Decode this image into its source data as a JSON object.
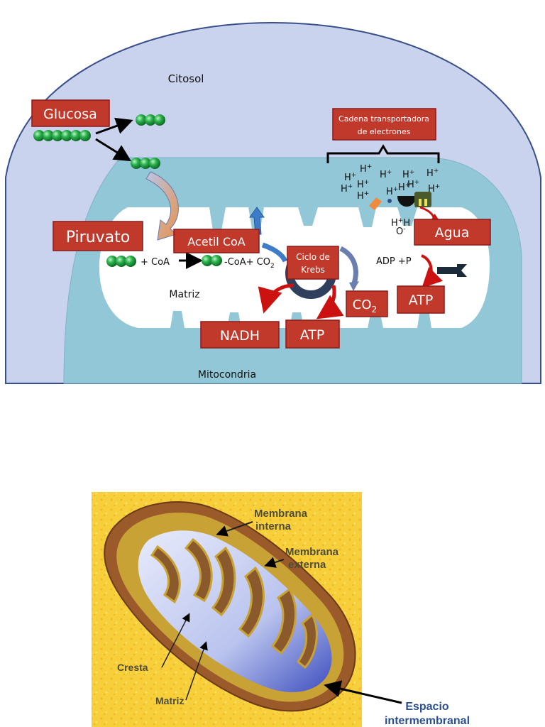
{
  "top_diagram": {
    "region_labels": {
      "cytosol": "Citosol",
      "matrix": "Matriz",
      "mitochondrion": "Mitocondria"
    },
    "boxes": {
      "glucose": "Glucosa",
      "pyruvate": "Piruvato",
      "acetyl_coa": "Acetil CoA",
      "krebs_line1": "Ciclo de",
      "krebs_line2": "Krebs",
      "co2": "CO",
      "co2_sub": "2",
      "atp_krebs": "ATP",
      "nadh": "NADH",
      "atp_synthase": "ATP",
      "water": "Agua",
      "etc_line1": "Cadena transportadora",
      "etc_line2": "de electrones"
    },
    "equation": {
      "plus_coa": "+ CoA",
      "coa_co2": "-CoA+ CO",
      "co2_sub": "2",
      "adp_p": "ADP +P"
    },
    "ions": {
      "h": "H",
      "plus": "+",
      "o": "O",
      "minus": "-"
    },
    "colors": {
      "cytosol": "#c9d3ee",
      "mito_outer": "#92c7d8",
      "matrix": "#ffffff",
      "box_fill": "#c0392b",
      "box_border": "#8b1a1a",
      "sphere": "#2bb24c"
    }
  },
  "bottom_image": {
    "labels": {
      "inner_1": "Membrana",
      "inner_2": "interna",
      "outer_1": "Membrana",
      "outer_2": "externa",
      "crest": "Cresta",
      "matrix": "Matriz",
      "space_1": "Espacio",
      "space_2": "intermembranal"
    },
    "colors": {
      "background": "#f7cf3a",
      "outer_membrane": "#9a5a2a",
      "inner_space": "#c8a235",
      "matrix": "#cfd6f2",
      "label_text": "#4f4c3a",
      "caption_text": "#2c4f8f"
    }
  }
}
